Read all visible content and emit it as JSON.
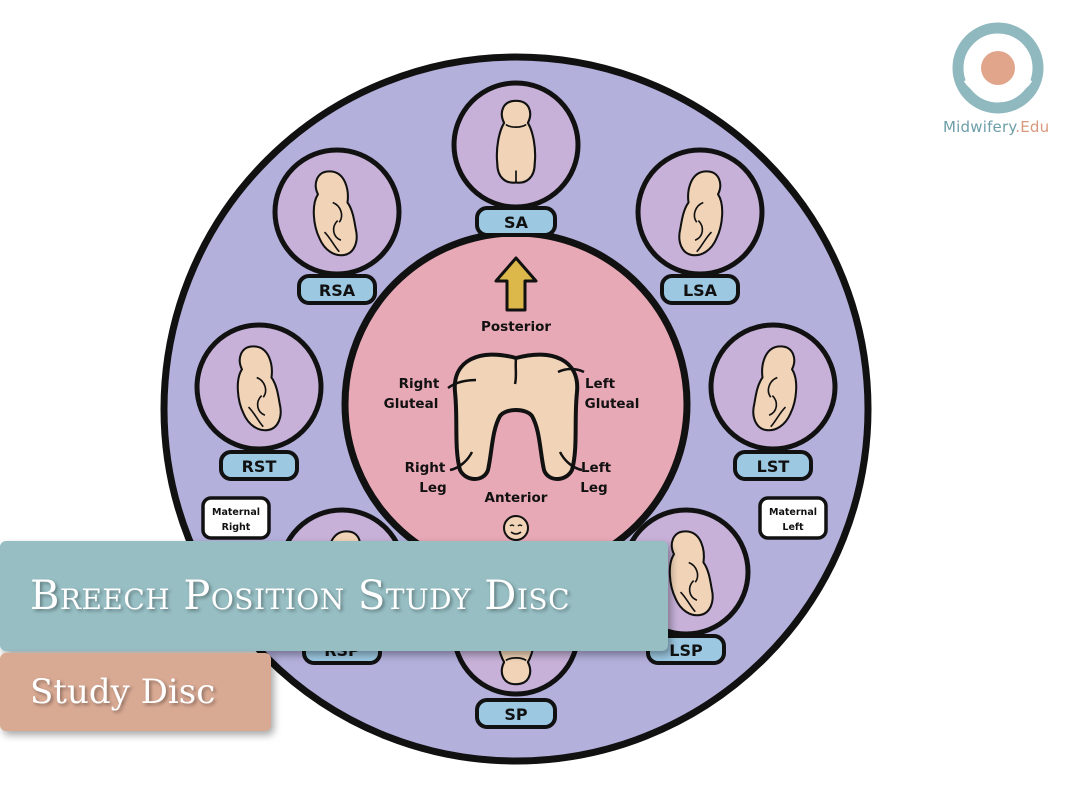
{
  "logo": {
    "name_part1": "Midwifery",
    "name_part2": ".Edu",
    "ring_color": "#8fb9bf",
    "dot_color": "#e0a58b"
  },
  "colors": {
    "outer_disc": "#b3b0dc",
    "inner_disc": "#e8a9b6",
    "pod": "#c7b1d8",
    "label_box": "#9cc8e2",
    "baby_skin": "#f1d4b8",
    "arrow": "#dcb84a"
  },
  "positions": [
    {
      "id": "sa",
      "label": "SA"
    },
    {
      "id": "lsa",
      "label": "LSA"
    },
    {
      "id": "lst",
      "label": "LST"
    },
    {
      "id": "lsp",
      "label": "LSP"
    },
    {
      "id": "sp",
      "label": "SP"
    },
    {
      "id": "rsp",
      "label": "RSP"
    },
    {
      "id": "rst",
      "label": "RST"
    },
    {
      "id": "rsa",
      "label": "RSA"
    }
  ],
  "maternal": {
    "right_line1": "Maternal",
    "right_line2": "Right",
    "left_line1": "Maternal",
    "left_line2": "Left"
  },
  "anatomy": {
    "posterior": "Posterior",
    "anterior": "Anterior",
    "right_gluteal_1": "Right",
    "right_gluteal_2": "Gluteal",
    "left_gluteal_1": "Left",
    "left_gluteal_2": "Gluteal",
    "right_leg_1": "Right",
    "right_leg_2": "Leg",
    "left_leg_1": "Left",
    "left_leg_2": "Leg"
  },
  "banner": {
    "title": "Breech Position Study Disc",
    "subtitle": "Study Disc"
  }
}
